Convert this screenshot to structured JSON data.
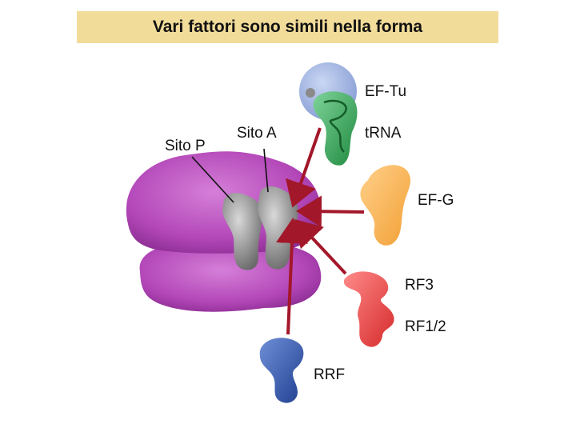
{
  "title": "Vari fattori sono simili nella forma",
  "labels": {
    "site_p": "Sito P",
    "site_a": "Sito A",
    "ef_tu": "EF-Tu",
    "trna": "tRNA",
    "ef_g": "EF-G",
    "rf3": "RF3",
    "rf12": "RF1/2",
    "rrf": "RRF"
  },
  "colors": {
    "title_bg": "#f2dc9a",
    "ribosome": "#b347b8",
    "ef_tu": "#8fa7dc",
    "trna": "#2e9a4a",
    "ef_g": "#f5b042",
    "rf": "#e03a3a",
    "rrf": "#2f56a8",
    "arrow": "#a3172a"
  }
}
